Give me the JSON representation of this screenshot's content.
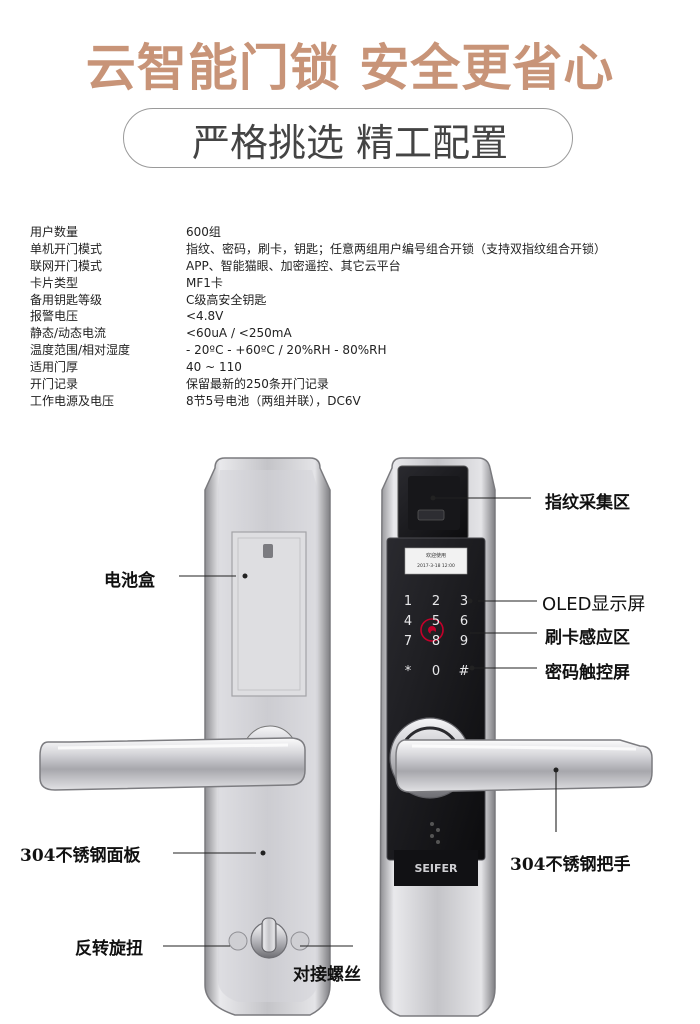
{
  "header": {
    "headline": "云智能门锁 安全更省心",
    "subline": "严格挑选 精工配置"
  },
  "specs": [
    {
      "label": "用户数量",
      "value": "600组"
    },
    {
      "label": "单机开门模式",
      "value": "指纹、密码，刷卡，钥匙；任意两组用户编号组合开锁（支持双指纹组合开锁）"
    },
    {
      "label": "联网开门模式",
      "value": "APP、智能猫眼、加密遥控、其它云平台"
    },
    {
      "label": "卡片类型",
      "value": "MF1卡"
    },
    {
      "label": "备用钥匙等级",
      "value": "C级高安全钥匙"
    },
    {
      "label": "报警电压",
      "value": "<4.8V"
    },
    {
      "label": "静态/动态电流",
      "value": "<60uA / <250mA"
    },
    {
      "label": "温度范围/相对湿度",
      "value": "- 20ºC  -  +60ºC  /  20%RH - 80%RH"
    },
    {
      "label": "适用门厚",
      "value": "40 ~ 110"
    },
    {
      "label": "开门记录",
      "value": "保留最新的250条开门记录"
    },
    {
      "label": "工作电源及电压",
      "value": "8节5号电池（两组并联），DC6V"
    }
  ],
  "callouts": {
    "fingerprint": "指纹采集区",
    "battery_box": "电池盒",
    "oled": "OLED显示屏",
    "card_reader": "刷卡感应区",
    "touch_keypad": "密码触控屏",
    "panel": "304不锈钢面板",
    "handle": "304不锈钢把手",
    "thumb_turn": "反转旋扭",
    "screws": "对接螺丝"
  },
  "device": {
    "brand": "SEIFER",
    "screen_line1": "欢迎使用",
    "screen_line2": "2017-3-18 12:00",
    "keys": [
      "1",
      "2",
      "3",
      "4",
      "5",
      "6",
      "7",
      "8",
      "9",
      "*",
      "0",
      "#"
    ]
  },
  "colors": {
    "headline": "#c89478",
    "metal": "#c9c9cb",
    "keypad": "#1b1b1e",
    "accent": "#c4002a"
  }
}
